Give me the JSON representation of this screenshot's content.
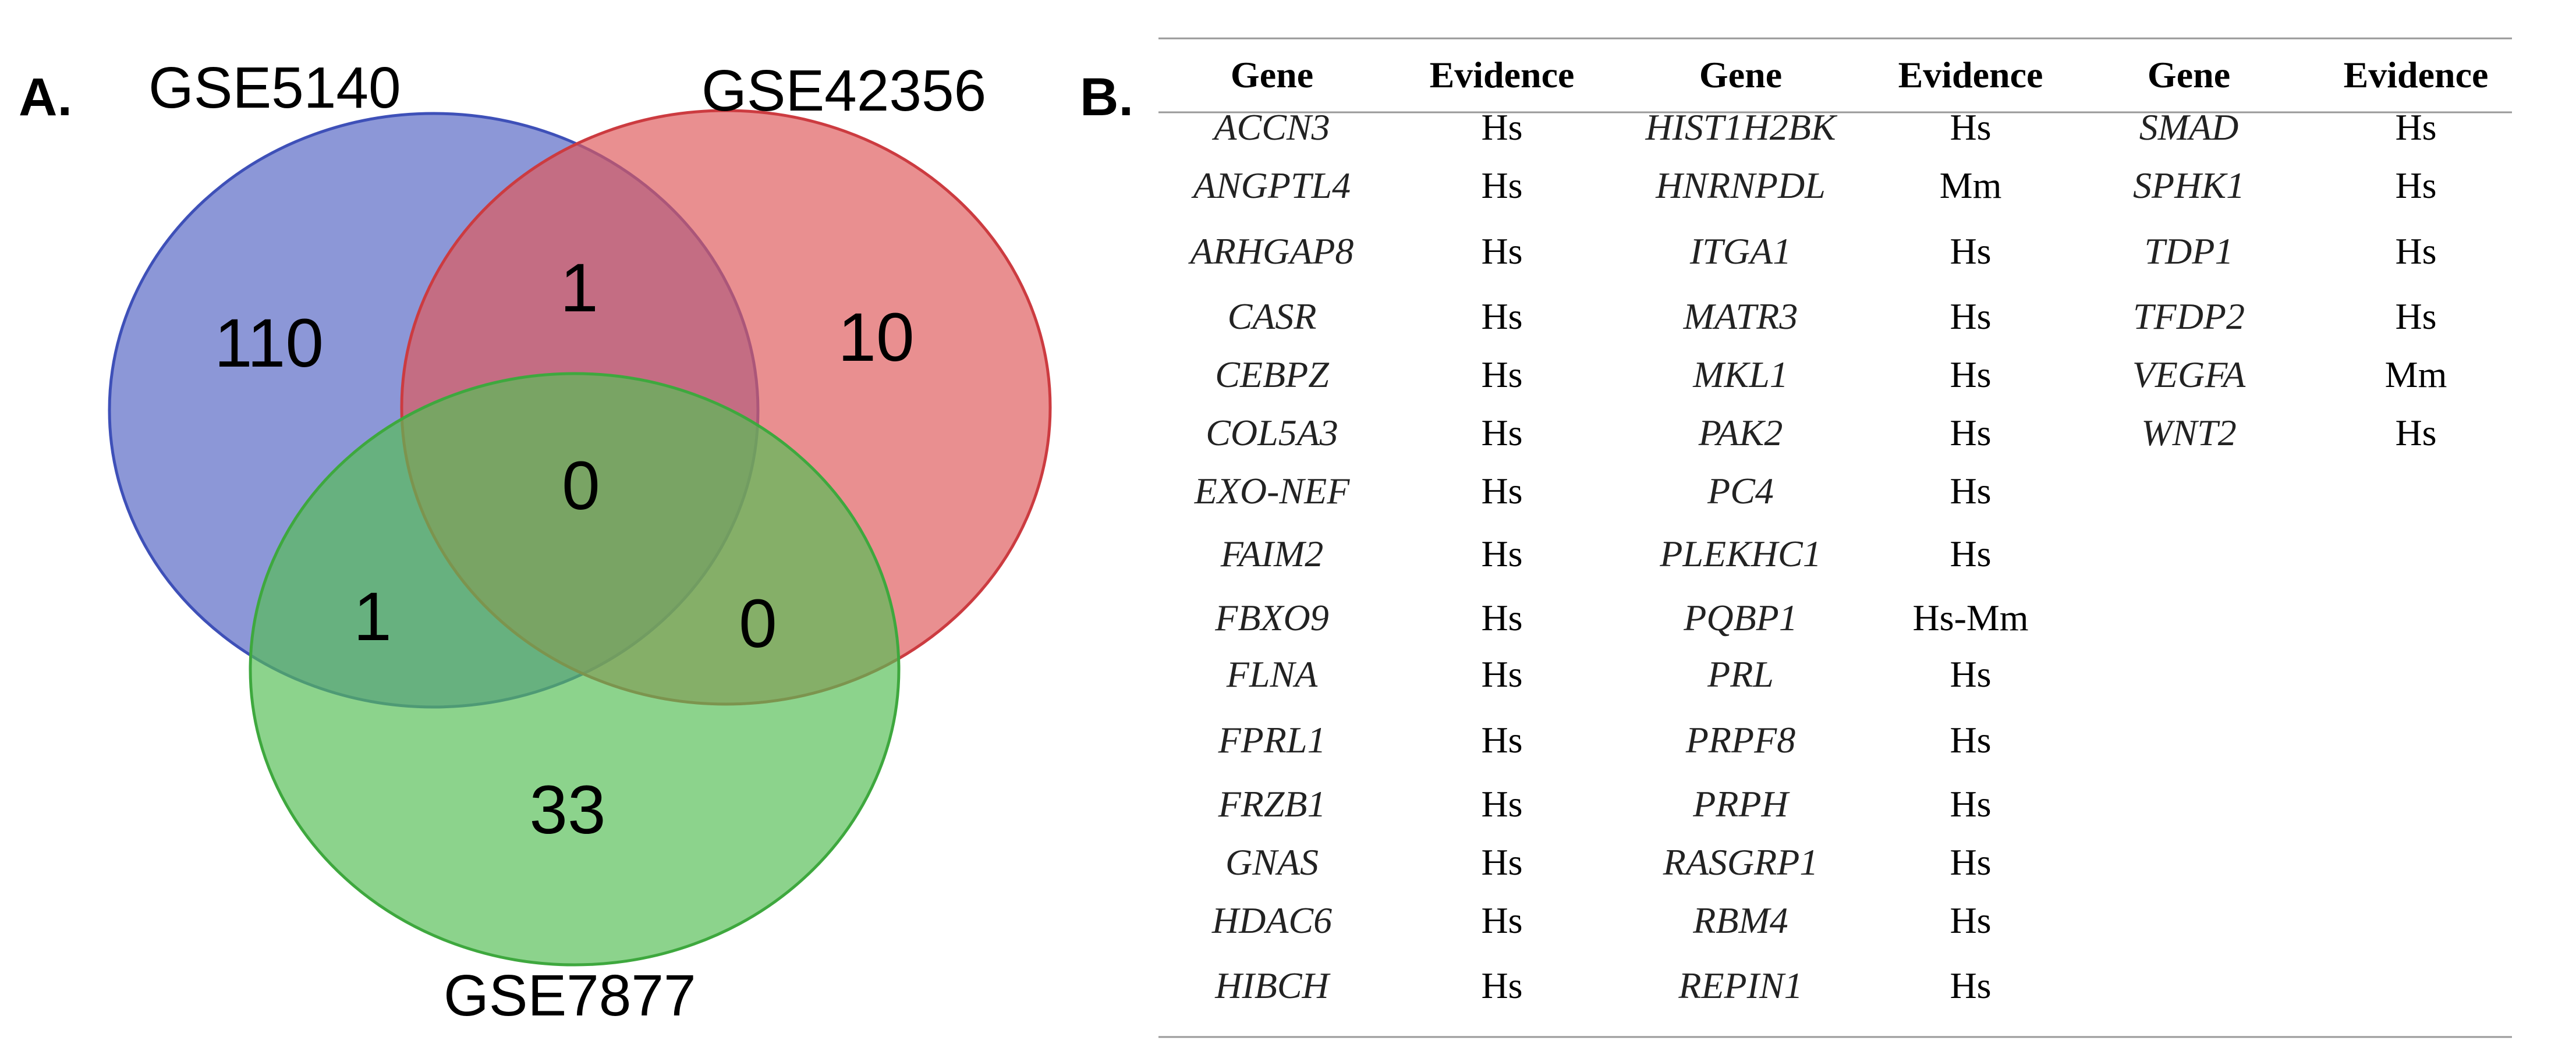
{
  "panel_a": {
    "letter": "A.",
    "sets": [
      {
        "label": "GSE5140",
        "fill": "#5565c4",
        "stroke": "#3e50b8"
      },
      {
        "label": "GSE42356",
        "fill": "#df5a5c",
        "stroke": "#cc3b40"
      },
      {
        "label": "GSE7877",
        "fill": "#55be55",
        "stroke": "#3ea83e"
      }
    ],
    "regions": [
      {
        "name": "gse5140-only",
        "count": "110"
      },
      {
        "name": "gse42356-only",
        "count": "10"
      },
      {
        "name": "gse7877-only",
        "count": "33"
      },
      {
        "name": "gse5140-gse42356",
        "count": "1"
      },
      {
        "name": "gse5140-gse7877",
        "count": "1"
      },
      {
        "name": "gse42356-gse7877",
        "count": "0"
      },
      {
        "name": "all-three",
        "count": "0"
      }
    ]
  },
  "panel_b": {
    "letter": "B.",
    "headers": [
      "Gene",
      "Evidence",
      "Gene",
      "Evidence",
      "Gene",
      "Evidence"
    ],
    "columns": [
      [
        {
          "gene": "ACCN3",
          "evidence": "Hs"
        },
        {
          "gene": "ANGPTL4",
          "evidence": "Hs"
        },
        {
          "gene": "ARHGAP8",
          "evidence": "Hs"
        },
        {
          "gene": "CASR",
          "evidence": "Hs"
        },
        {
          "gene": "CEBPZ",
          "evidence": "Hs"
        },
        {
          "gene": "COL5A3",
          "evidence": "Hs"
        },
        {
          "gene": "EXO-NEF",
          "evidence": "Hs"
        },
        {
          "gene": "FAIM2",
          "evidence": "Hs"
        },
        {
          "gene": "FBXO9",
          "evidence": "Hs"
        },
        {
          "gene": "FLNA",
          "evidence": "Hs"
        },
        {
          "gene": "FPRL1",
          "evidence": "Hs"
        },
        {
          "gene": "FRZB1",
          "evidence": "Hs"
        },
        {
          "gene": "GNAS",
          "evidence": "Hs"
        },
        {
          "gene": "HDAC6",
          "evidence": "Hs"
        },
        {
          "gene": "HIBCH",
          "evidence": "Hs"
        }
      ],
      [
        {
          "gene": "HIST1H2BK",
          "evidence": "Hs"
        },
        {
          "gene": "HNRNPDL",
          "evidence": "Mm"
        },
        {
          "gene": "ITGA1",
          "evidence": "Hs"
        },
        {
          "gene": "MATR3",
          "evidence": "Hs"
        },
        {
          "gene": "MKL1",
          "evidence": "Hs"
        },
        {
          "gene": "PAK2",
          "evidence": "Hs"
        },
        {
          "gene": "PC4",
          "evidence": "Hs"
        },
        {
          "gene": "PLEKHC1",
          "evidence": "Hs"
        },
        {
          "gene": "PQBP1",
          "evidence": "Hs-Mm"
        },
        {
          "gene": "PRL",
          "evidence": "Hs"
        },
        {
          "gene": "PRPF8",
          "evidence": "Hs"
        },
        {
          "gene": "PRPH",
          "evidence": "Hs"
        },
        {
          "gene": "RASGRP1",
          "evidence": "Hs"
        },
        {
          "gene": "RBM4",
          "evidence": "Hs"
        },
        {
          "gene": "REPIN1",
          "evidence": "Hs"
        }
      ],
      [
        {
          "gene": "SMAD",
          "evidence": "Hs"
        },
        {
          "gene": "SPHK1",
          "evidence": "Hs"
        },
        {
          "gene": "TDP1",
          "evidence": "Hs"
        },
        {
          "gene": "TFDP2",
          "evidence": "Hs"
        },
        {
          "gene": "VEGFA",
          "evidence": "Mm"
        },
        {
          "gene": "WNT2",
          "evidence": "Hs"
        }
      ]
    ]
  }
}
